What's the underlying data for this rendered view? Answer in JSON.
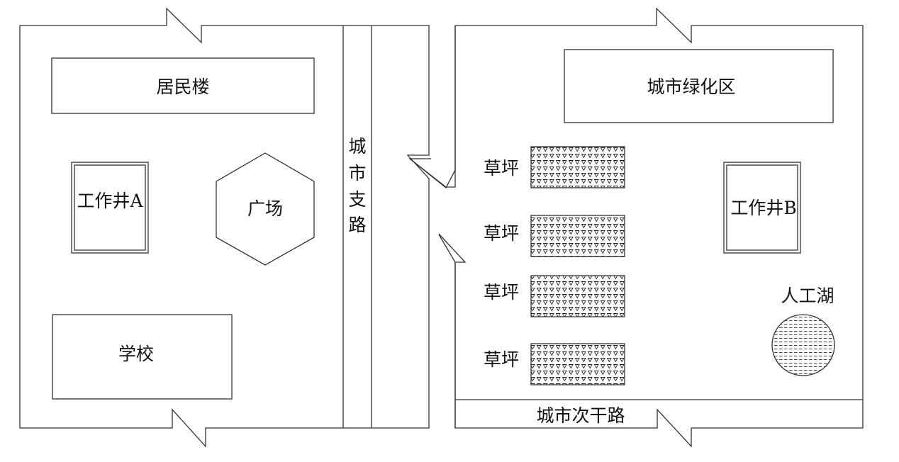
{
  "title": "Site plan: work shafts A and B",
  "left_block": {
    "residential": "居民楼",
    "shaft_a": "工作井A",
    "plaza": "广场",
    "school": "学校"
  },
  "branch_road": {
    "chars": [
      "城",
      "市",
      "支",
      "路"
    ]
  },
  "right_block": {
    "green_zone": "城市绿化区",
    "lawns": [
      "草坪",
      "草坪",
      "草坪",
      "草坪"
    ],
    "shaft_b": "工作井B",
    "lake": "人工湖",
    "secondary_road": "城市次干路"
  },
  "colors": {
    "line": "#333333",
    "text": "#111111",
    "background": "#ffffff"
  }
}
